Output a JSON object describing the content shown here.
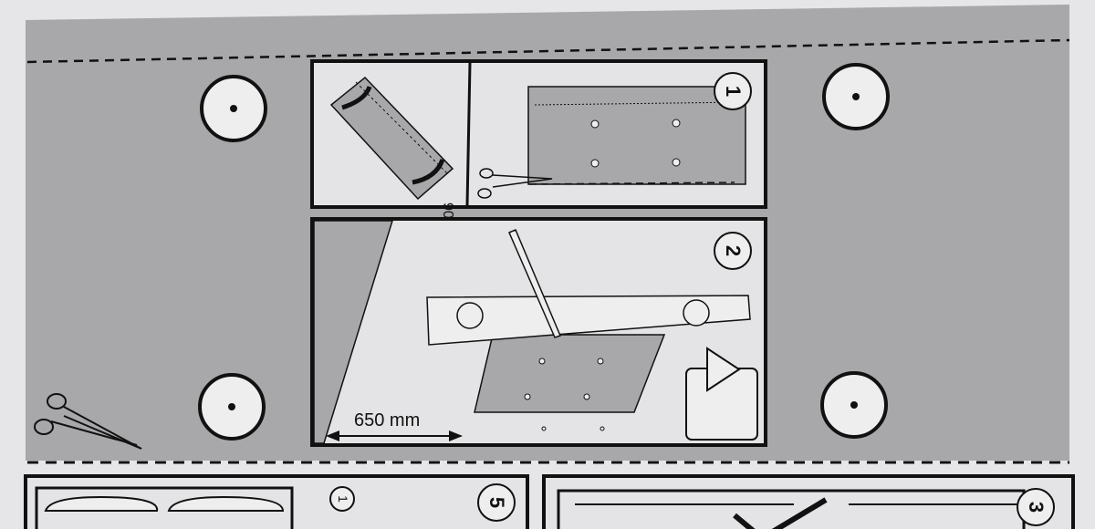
{
  "sheet": {
    "step1": {
      "number": "1",
      "angle_label": "90°"
    },
    "step2": {
      "number": "2",
      "distance_label": "650 mm"
    },
    "step5": {
      "number": "5",
      "sub_number": "1"
    },
    "step3": {
      "number": "3"
    }
  },
  "colors": {
    "paper": "#e6e6e8",
    "template_grey": "#a8a8aa",
    "panel_white": "#e4e4e6",
    "ink": "#111111"
  }
}
